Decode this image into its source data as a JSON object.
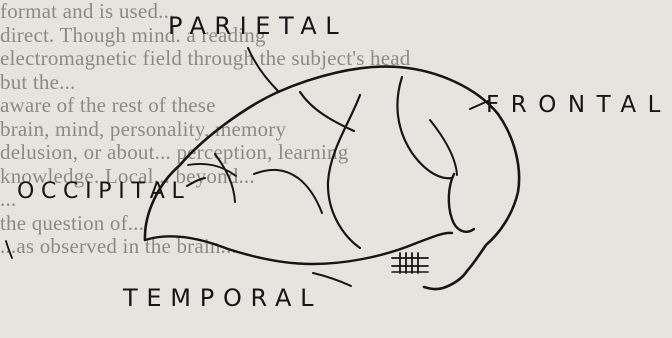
{
  "background_text_lines": [
    "format and is used...",
    "direct. Though mind. a reading",
    "electromagnetic field through the subject's head",
    "but the...",
    "aware of the rest of these",
    "brain, mind, personality, memory",
    "delusion, or about... perception, learning",
    "knowledge. Local... beyond...",
    "...",
    "the question of...",
    "...as observed in the brain..."
  ],
  "brain_labels": {
    "parietal": "PARIETAL",
    "frontal": "FRONTAL",
    "occipital": "OCCIPITAL",
    "temporal": "TEMPORAL"
  },
  "colors": {
    "paper": "#e6e4df",
    "background_text": "#8d8a84",
    "ink": "#161616"
  }
}
